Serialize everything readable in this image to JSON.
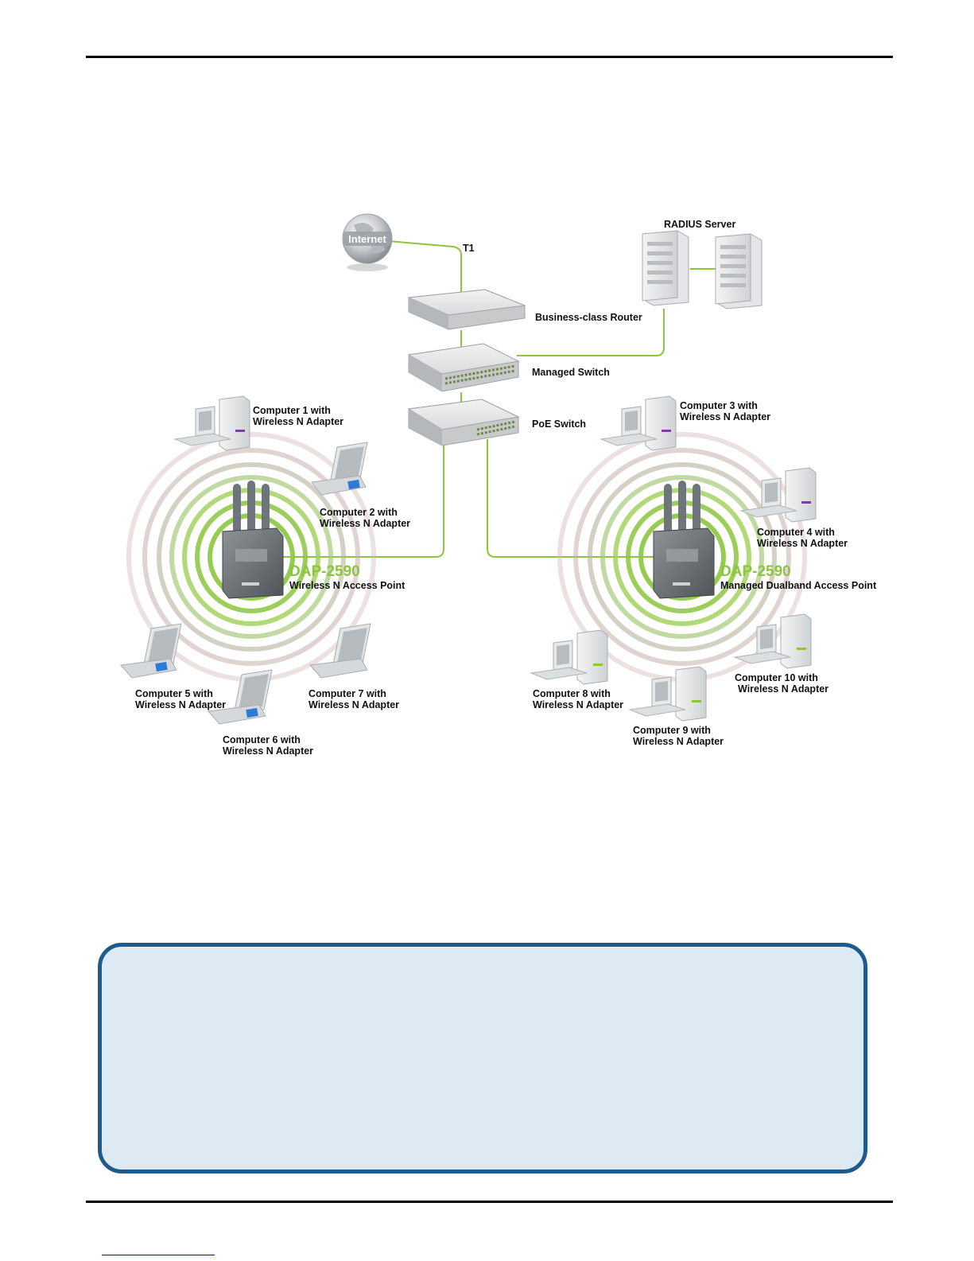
{
  "diagram": {
    "internet": "Internet",
    "t1": "T1",
    "radius_server": "RADIUS Server",
    "router": "Business-class Router",
    "managed_switch": "Managed Switch",
    "poe_switch": "PoE Switch",
    "ap_left": {
      "model": "DAP-2590",
      "description": "Wireless N Access Point"
    },
    "ap_right": {
      "model": "DAP-2590",
      "description": "Managed Dualband Access Point"
    },
    "computers": [
      {
        "line1": "Computer 1 with",
        "line2": "Wireless N Adapter"
      },
      {
        "line1": "Computer 2 with",
        "line2": "Wireless N Adapter"
      },
      {
        "line1": "Computer 3 with",
        "line2": "Wireless N Adapter"
      },
      {
        "line1": "Computer 4 with",
        "line2": "Wireless N Adapter"
      },
      {
        "line1": "Computer 5 with",
        "line2": "Wireless N Adapter"
      },
      {
        "line1": "Computer 6 with",
        "line2": "Wireless N Adapter"
      },
      {
        "line1": "Computer 7 with",
        "line2": "Wireless N Adapter"
      },
      {
        "line1": "Computer 8 with",
        "line2": "Wireless N Adapter"
      },
      {
        "line1": "Computer 9 with",
        "line2": "Wireless N Adapter"
      },
      {
        "line1": "Computer 10 with",
        "line2": "Wireless N Adapter"
      }
    ]
  },
  "colors": {
    "cable": "#8cc63f",
    "note_border": "#1f5a8c",
    "note_fill": "#deeaf3",
    "accent_purple": "#7b3fa0",
    "accent_blue": "#2e7bd6"
  }
}
